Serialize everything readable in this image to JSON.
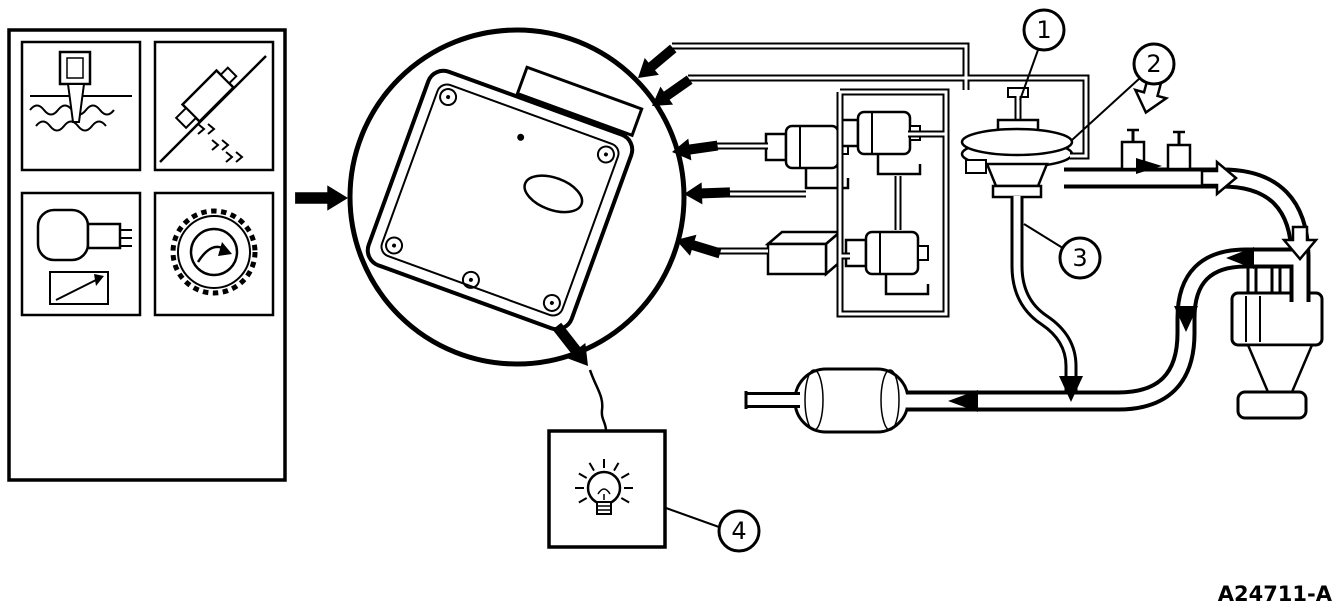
{
  "page": {
    "background_color": "#ffffff",
    "ink_color": "#000000"
  },
  "diagram": {
    "reference_code": "A24711-A",
    "callouts": [
      {
        "label": "1"
      },
      {
        "label": "2"
      },
      {
        "label": "3"
      },
      {
        "label": "4"
      }
    ],
    "sensor_panel": {
      "icons": [
        "coolant-temperature-sensor-icon",
        "intake-air-flow-sensor-icon",
        "throttle-position-sensor-icon",
        "distributor-icon"
      ]
    },
    "module_icon": "engine-control-module-icon",
    "lamp_icon": "warning-lamp-icon"
  }
}
